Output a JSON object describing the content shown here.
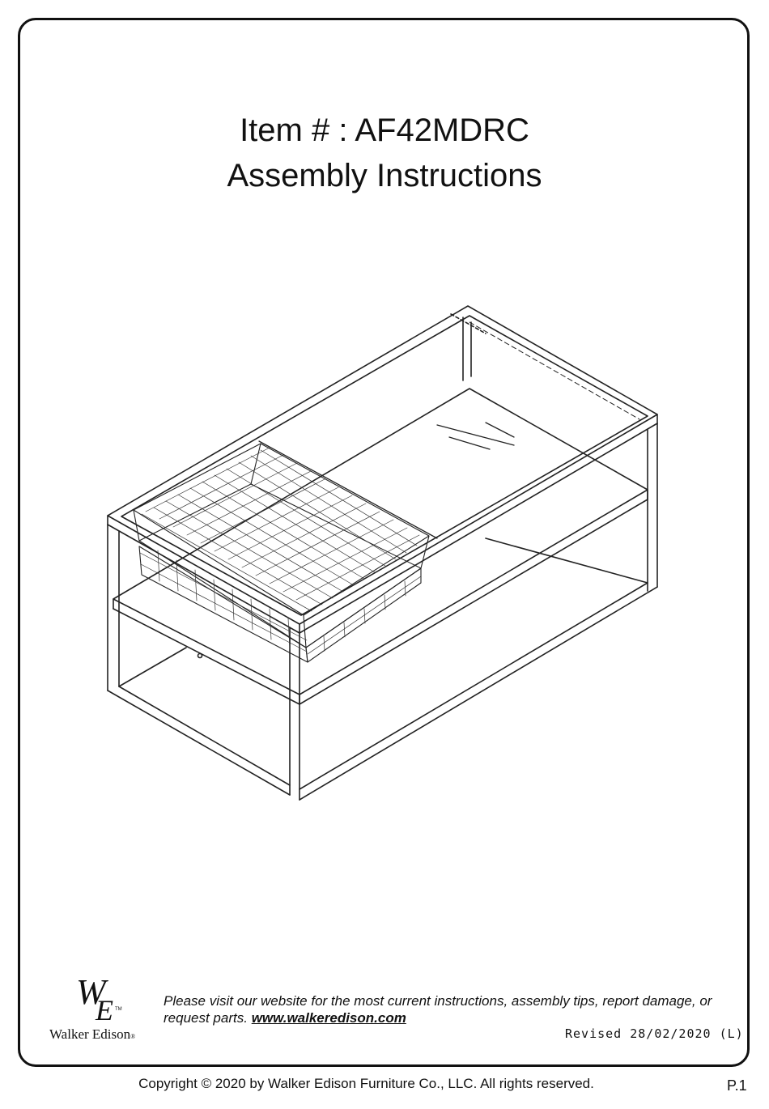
{
  "header": {
    "item_line": "Item # : AF42MDRC",
    "subtitle": "Assembly Instructions"
  },
  "illustration": {
    "icon": "coffee-table-with-wire-basket-drawing"
  },
  "logo": {
    "monogram": "WE",
    "brand": "Walker Edison",
    "registered": "®"
  },
  "notice": {
    "text": "Please visit our website for the most current instructions, assembly tips, report damage, or request parts.",
    "link": "www.walkeredison.com"
  },
  "revision": "Revised 28/02/2020 (L)",
  "footer": {
    "copyright": "Copyright  © 2020 by Walker Edison Furniture Co., LLC. All rights reserved.",
    "page": "P.1"
  }
}
